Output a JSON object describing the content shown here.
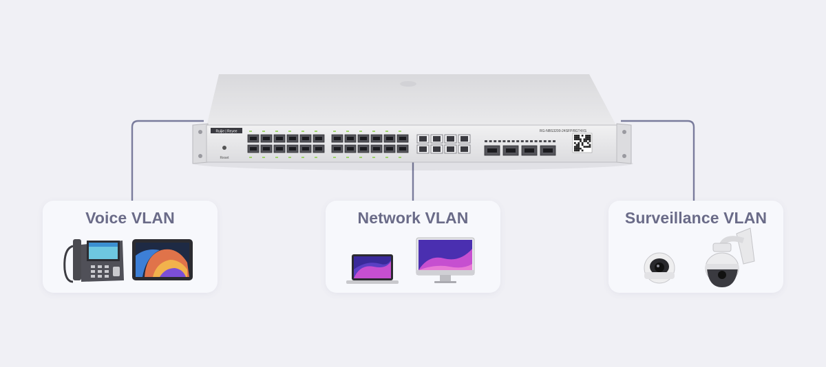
{
  "switch": {
    "brand": "Ruijie | Reyee",
    "model": "RG-NBS3200-24SFP/8GT4XS",
    "reset_label": "Reset"
  },
  "vlans": [
    {
      "title": "Voice VLAN",
      "devices": [
        "ip-phone",
        "tablet"
      ]
    },
    {
      "title": "Network VLAN",
      "devices": [
        "laptop",
        "desktop-monitor"
      ]
    },
    {
      "title": "Surveillance VLAN",
      "devices": [
        "dome-camera",
        "ptz-camera"
      ]
    }
  ],
  "colors": {
    "background": "#f0f0f5",
    "card": "#f7f8fc",
    "title": "#6a6b88",
    "connector": "#7a7c9c"
  }
}
